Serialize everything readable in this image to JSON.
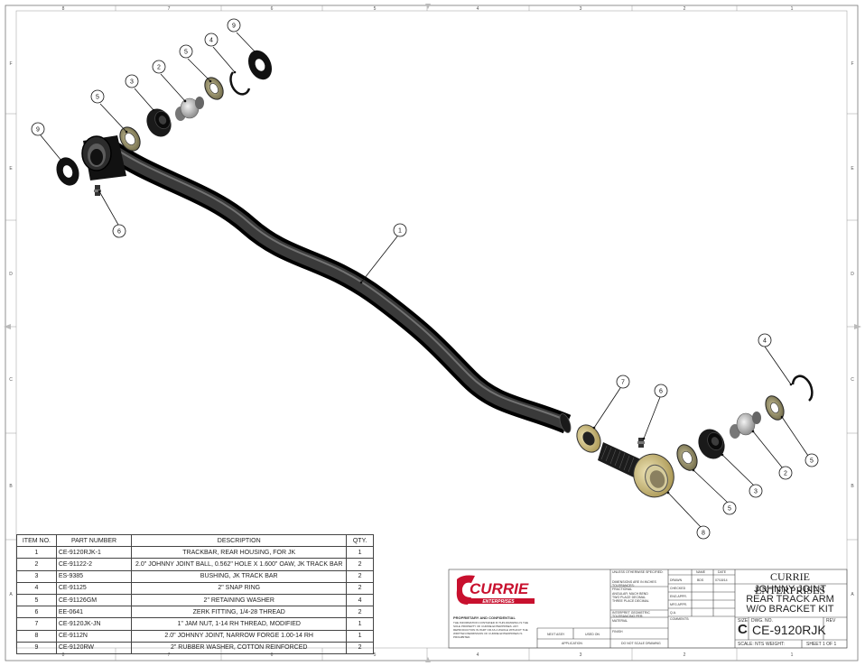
{
  "border": {
    "top_zones": [
      "8",
      "7",
      "6",
      "5",
      "4",
      "3",
      "2",
      "1"
    ],
    "bottom_zones": [
      "8",
      "7",
      "6",
      "5",
      "4",
      "3",
      "2",
      "1"
    ],
    "side_zones": [
      "F",
      "E",
      "D",
      "C",
      "B",
      "A"
    ]
  },
  "balloons": [
    {
      "id": "b9a",
      "label": "9"
    },
    {
      "id": "b4a",
      "label": "4"
    },
    {
      "id": "b5a",
      "label": "5"
    },
    {
      "id": "b2a",
      "label": "2"
    },
    {
      "id": "b3a",
      "label": "3"
    },
    {
      "id": "b5b",
      "label": "5"
    },
    {
      "id": "b9b",
      "label": "9"
    },
    {
      "id": "b6a",
      "label": "6"
    },
    {
      "id": "b1",
      "label": "1"
    },
    {
      "id": "b4b",
      "label": "4"
    },
    {
      "id": "b7",
      "label": "7"
    },
    {
      "id": "b6b",
      "label": "6"
    },
    {
      "id": "b5c",
      "label": "5"
    },
    {
      "id": "b2b",
      "label": "2"
    },
    {
      "id": "b3b",
      "label": "3"
    },
    {
      "id": "b5d",
      "label": "5"
    },
    {
      "id": "b8",
      "label": "8"
    }
  ],
  "bom": {
    "headers": [
      "ITEM NO.",
      "PART NUMBER",
      "DESCRIPTION",
      "QTY."
    ],
    "rows": [
      {
        "item": "1",
        "part": "CE-9120RJK-1",
        "desc": "TRACKBAR, REAR HOUSING, FOR JK",
        "qty": "1"
      },
      {
        "item": "2",
        "part": "CE-91122-2",
        "desc": "2.0\" JOHNNY JOINT BALL, 0.562\" HOLE X 1.600\" OAW, JK TRACK BAR",
        "qty": "2"
      },
      {
        "item": "3",
        "part": "ES-9385",
        "desc": "BUSHING, JK TRACK BAR",
        "qty": "2"
      },
      {
        "item": "4",
        "part": "CE-91125",
        "desc": "2\" SNAP RING",
        "qty": "2"
      },
      {
        "item": "5",
        "part": "CE-91126GM",
        "desc": "2\" RETAINING WASHER",
        "qty": "4"
      },
      {
        "item": "6",
        "part": "EE-0641",
        "desc": "ZERK FITTING, 1/4-28 THREAD",
        "qty": "2"
      },
      {
        "item": "7",
        "part": "CE-9120JK-JN",
        "desc": "1\" JAM NUT, 1-14 RH THREAD, MODIFIED",
        "qty": "1"
      },
      {
        "item": "8",
        "part": "CE-9112N",
        "desc": "2.0\" JOHNNY JOINT, NARROW FORGE 1.00-14 RH",
        "qty": "1"
      },
      {
        "item": "9",
        "part": "CE-9120RW",
        "desc": "2\" RUBBER WASHER, COTTON REINFORCED",
        "qty": "2"
      }
    ]
  },
  "title_block": {
    "logo_text": "CURRIE",
    "logo_sub": "ENTERPRISES",
    "proprietary_heading": "PROPRIETARY AND CONFIDENTIAL",
    "proprietary_text": "THE INFORMATION CONTAINED IN THIS DRAWING IS THE SOLE PROPERTY OF CURRIE ENTERPRISES. ANY REPRODUCTION IN PART OR AS A WHOLE WITHOUT THE WRITTEN PERMISSION OF CURRIE ENTERPRISES IS PROHIBITED.",
    "unless": "UNLESS OTHERWISE SPECIFIED:",
    "dims": "DIMENSIONS ARE IN INCHES",
    "tolerances": "TOLERANCES:",
    "fractional": "FRACTIONAL",
    "angular": "ANGULAR: MACH    BEND",
    "two_place": "TWO PLACE DECIMAL",
    "three_place": "THREE PLACE DECIMAL",
    "interpret": "INTERPRET GEOMETRIC TOLERANCING PER:",
    "material": "MATERIAL",
    "finish": "FINISH",
    "next_assy": "NEXT ASSY",
    "used_on": "USED ON",
    "application": "APPLICATION",
    "do_not_scale": "DO NOT SCALE DRAWING",
    "name_hdr": "NAME",
    "date_hdr": "DATE",
    "drawn": "DRAWN",
    "drawn_by": "BDS",
    "drawn_date": "07/18/14",
    "checked": "CHECKED",
    "eng_appr": "ENG APPR.",
    "mfg_appr": "MFG APPR.",
    "qa": "Q.A.",
    "comments": "COMMENTS:",
    "company": "CURRIE ENTERPRISES",
    "title_lines": [
      "JOHNNY JOINT",
      "REAR TRACK ARM",
      "W/O BRACKET KIT"
    ],
    "size_label": "SIZE",
    "size_value": "C",
    "dwg_no_label": "DWG.  NO.",
    "dwg_no": "CE-9120RJK",
    "rev_label": "REV",
    "scale": "SCALE: NTS",
    "weight": "WEIGHT:",
    "sheet": "SHEET 1 OF 1"
  }
}
